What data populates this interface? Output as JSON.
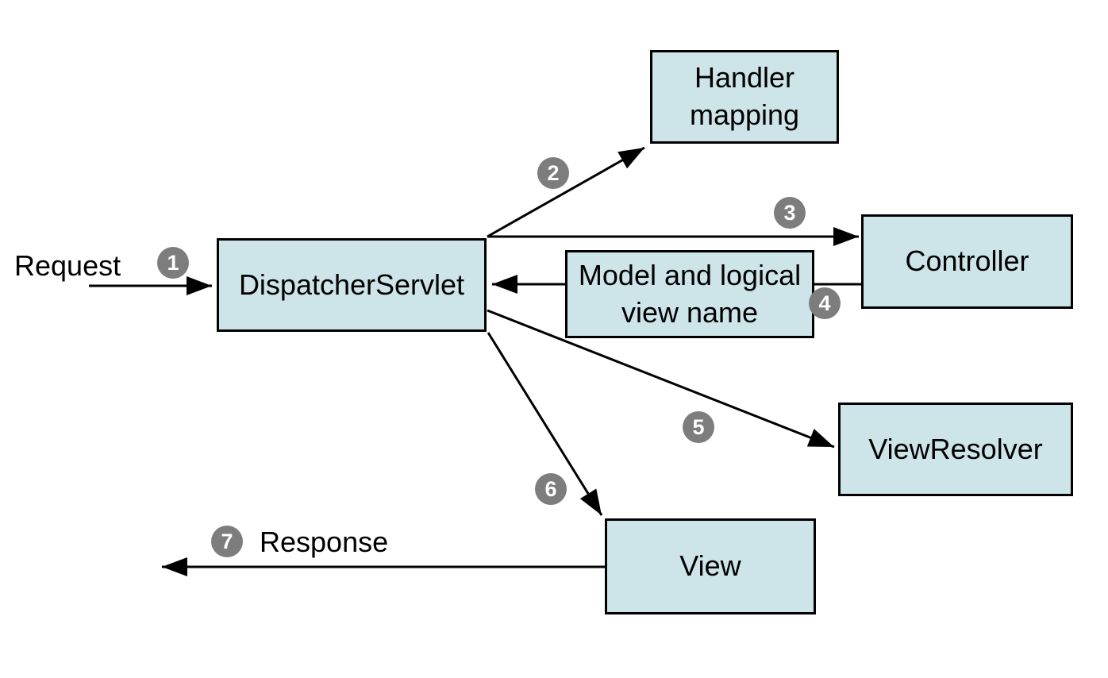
{
  "diagram": {
    "nodes": {
      "dispatcher_servlet": {
        "label": "DispatcherServlet"
      },
      "handler_mapping": {
        "label": "Handler mapping"
      },
      "controller": {
        "label": "Controller"
      },
      "model_view": {
        "label": "Model and logical view name"
      },
      "view_resolver": {
        "label": "ViewResolver"
      },
      "view": {
        "label": "View"
      }
    },
    "labels": {
      "request": "Request",
      "response": "Response"
    },
    "steps": [
      "1",
      "2",
      "3",
      "4",
      "5",
      "6",
      "7"
    ],
    "colors": {
      "background": "#ffffff",
      "node_fill": "#cde4e8",
      "node_border": "#000000",
      "arrow": "#000000",
      "badge_fill": "#7d7d7d",
      "badge_text": "#ffffff",
      "label_text": "#000000"
    }
  }
}
